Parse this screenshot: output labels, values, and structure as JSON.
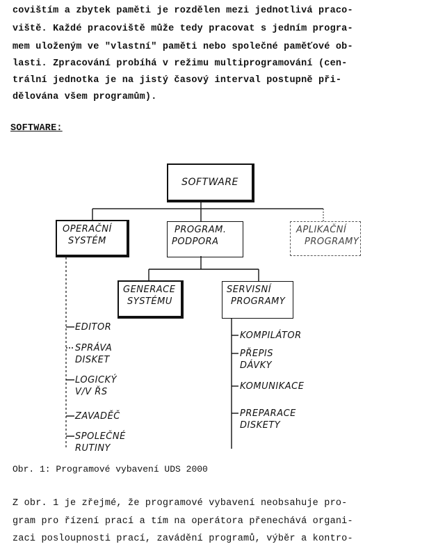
{
  "intro_lines": [
    "covištím a zbytek paměti je rozdělen mezi jednotlivá praco-",
    "viště. Každé pracoviště může tedy pracovat s jedním progra-",
    "mem uloženým ve \"vlastní\" paměti nebo společné paměťové ob-",
    "lasti. Zpracování probíhá v režimu multiprogramování (cen-",
    "trální jednotka je na jistý časový interval postupně při-",
    "dělována všem programům)."
  ],
  "section_heading": "SOFTWARE:",
  "diagram": {
    "root": "SOFTWARE",
    "level1": {
      "os": [
        "OPERAČNÍ",
        "SYSTÉM"
      ],
      "support": [
        "PROGRAM.",
        "PODPORA"
      ],
      "apps": [
        "APLIKAČNÍ",
        "PROGRAMY"
      ]
    },
    "level2": {
      "gen": [
        "GENERACE",
        "SYSTÉMU"
      ],
      "service": [
        "SERVISNÍ",
        "PROGRAMY"
      ]
    },
    "os_items": [
      [
        "EDITOR"
      ],
      [
        "SPRÁVA",
        "DISKET"
      ],
      [
        "LOGICKÝ",
        "V/V ŘS"
      ],
      [
        "ZAVADĚČ"
      ],
      [
        "SPOLEČNÉ",
        "RUTINY"
      ]
    ],
    "service_items": [
      [
        "KOMPILÁTOR"
      ],
      [
        "PŘEPIS",
        "DÁVKY"
      ],
      [
        "KOMUNIKACE"
      ],
      [
        "PREPARACE",
        "DISKETY"
      ]
    ]
  },
  "caption": "Obr. 1: Programové vybavení UDS 2000",
  "outro_lines": [
    "Z obr. 1 je zřejmé, že programové vybavení neobsahuje pro-",
    "gram pro řízení prací a tím na operátora přenechává organi-",
    "zaci posloupnosti prací, zavádění programů, výběr a kontro-"
  ]
}
